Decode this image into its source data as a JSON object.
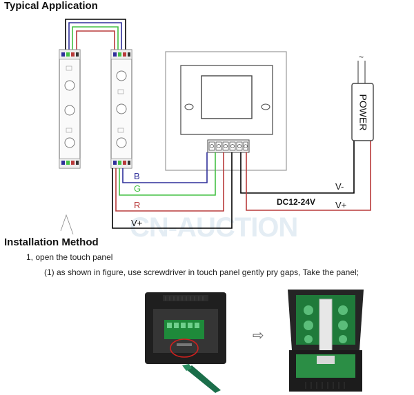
{
  "titles": {
    "typical_application": "Typical Application",
    "installation_method": "Installation Method"
  },
  "watermark": "CN-AUCTION",
  "diagram": {
    "power_label": "POWER",
    "ac_symbol": "~",
    "voltage": "DC12-24V",
    "wires": {
      "b": "B",
      "g": "G",
      "r": "R",
      "vplus_strip": "V+",
      "vminus_power": "V-",
      "vplus_power": "V+"
    },
    "colors": {
      "blue": "#2f2f9a",
      "green": "#43c043",
      "red": "#b83a3a",
      "black": "#000000"
    }
  },
  "steps": {
    "step1": "1, open the touch panel",
    "step1_detail": "(1) as shown in figure, use screwdriver in touch panel gently pry gaps, Take the panel;"
  },
  "arrow_symbol": "⇨"
}
